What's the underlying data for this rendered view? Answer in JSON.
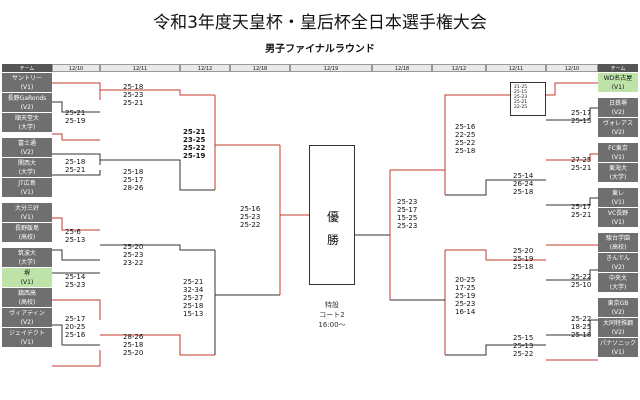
{
  "title": "令和3年度天皇杯・皇后杯全日本選手権大会",
  "subtitle": "男子ファイナルラウンド",
  "header": {
    "team_label": "チーム",
    "left_dates": [
      "12/10",
      "12/11",
      "12/12",
      "12/18",
      "12/19"
    ],
    "right_dates": [
      "12/18",
      "12/12",
      "12/11",
      "12/10"
    ]
  },
  "left_teams": [
    {
      "name": "サントリー",
      "seed": "(V1)"
    },
    {
      "name": "長野GaRonds",
      "seed": "(V2)"
    },
    {
      "name": "順天堂大",
      "seed": "(大学)"
    },
    {
      "name": "富士通",
      "seed": "(V2)"
    },
    {
      "name": "関西大",
      "seed": "(大学)"
    },
    {
      "name": "JT広島",
      "seed": "(V1)"
    },
    {
      "name": "大分三好",
      "seed": "(V1)"
    },
    {
      "name": "長野飯島",
      "seed": "(高校)"
    },
    {
      "name": "筑波大",
      "seed": "(大学)"
    },
    {
      "name": "堺",
      "seed": "(V1)"
    },
    {
      "name": "鎮西高",
      "seed": "(高校)"
    },
    {
      "name": "ヴィアティン",
      "seed": "(V2)"
    },
    {
      "name": "ジェイテクト",
      "seed": "(V1)"
    }
  ],
  "right_teams": [
    {
      "name": "WD名古屋",
      "seed": "(V1)"
    },
    {
      "name": "日鉄堺",
      "seed": "(V2)"
    },
    {
      "name": "ヴォレアス",
      "seed": "(V2)"
    },
    {
      "name": "FC東京",
      "seed": "(V1)"
    },
    {
      "name": "東海大",
      "seed": "(大学)"
    },
    {
      "name": "東レ",
      "seed": "(V1)"
    },
    {
      "name": "VC長野",
      "seed": "(V1)"
    },
    {
      "name": "駿台学園",
      "seed": "(高校)"
    },
    {
      "name": "きんでん",
      "seed": "(V2)"
    },
    {
      "name": "中央大",
      "seed": "(大学)"
    },
    {
      "name": "東京GB",
      "seed": "(V2)"
    },
    {
      "name": "大同特殊鋼",
      "seed": "(V2)"
    },
    {
      "name": "パナソニック",
      "seed": "(V1)"
    }
  ],
  "left_scores": {
    "r1_a": [
      "25-21",
      "25-19"
    ],
    "r1_b": [
      "25-18",
      "25-21"
    ],
    "r1_c": [
      "25-6",
      "25-13"
    ],
    "r1_d": [
      "25-14",
      "25-23"
    ],
    "r1_e": [
      "25-17",
      "20-25",
      "25-16"
    ],
    "r2_a": [
      "25-18",
      "25-23",
      "25-21"
    ],
    "r2_b": [
      "25-18",
      "25-17",
      "28-26"
    ],
    "r2_c": [
      "25-20",
      "25-23",
      "23-22"
    ],
    "r2_d": [
      "28-26",
      "25-18",
      "25-20"
    ],
    "qf_a": [
      "25-21",
      "23-25",
      "25-22",
      "25-19"
    ],
    "qf_b": [
      "25-21",
      "32-34",
      "25-27",
      "25-18",
      "15-13"
    ],
    "sf": [
      "25-16",
      "25-23",
      "25-22"
    ]
  },
  "right_scores": {
    "r1_a": [
      "21-25",
      "25-15",
      "25-23",
      "25-21",
      "22-25"
    ],
    "r1_b": [
      "25-17",
      "25-15"
    ],
    "r1_c": [
      "27-25",
      "25-21"
    ],
    "r1_d": [
      "25-17",
      "25-21"
    ],
    "r1_e": [
      "25-22",
      "25-10"
    ],
    "r1_f": [
      "25-22",
      "18-25",
      "25-18"
    ],
    "r2_a": [
      "25-14",
      "26-24",
      "25-18"
    ],
    "r2_b": [
      "25-20",
      "25-19",
      "25-18"
    ],
    "r2_c": [
      "25-15",
      "25-13",
      "25-22"
    ],
    "qf_a": [
      "25-16",
      "22-25",
      "25-22",
      "25-18"
    ],
    "qf_b": [
      "20-25",
      "17-25",
      "25-19",
      "25-23",
      "16-14"
    ],
    "sf": [
      "25-23",
      "25-17",
      "15-25",
      "25-23"
    ]
  },
  "final": {
    "label_1": "優",
    "label_2": "勝",
    "venue": "特設",
    "court": "コート2",
    "time": "16:00～"
  },
  "colors": {
    "winner_line": "#c0392b",
    "loser_line": "#333333",
    "team_bg": "#6f6f6f",
    "highlight_bg": "#bde3a9"
  }
}
